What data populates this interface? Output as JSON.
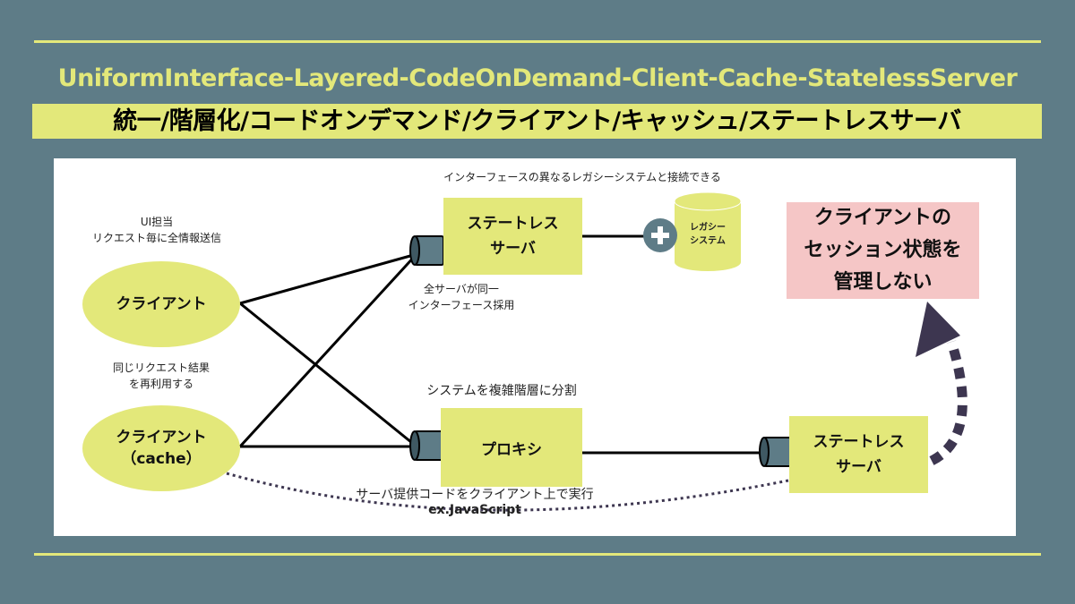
{
  "title_en": "UniformInterface-Layered-CodeOnDemand-Client-Cache-StatelessServer",
  "title_jp": "統一/階層化/コードオンデマンド/クライアント/キャッシュ/ステートレスサーバ",
  "diagram": {
    "top_caption": "インターフェースの異なるレガシーシステムと接続できる",
    "client1": {
      "note_line1": "UI担当",
      "note_line2": "リクエスト毎に全情報送信",
      "label": "クライアント"
    },
    "client2": {
      "note_line1": "同じリクエスト結果",
      "note_line2": "を再利用する",
      "label_line1": "クライアント",
      "label_line2": "（cache）"
    },
    "server_top": {
      "line1": "ステートレス",
      "line2": "サーバ"
    },
    "interface_note_line1": "全サーバが同一",
    "interface_note_line2": "インターフェース採用",
    "legacy": {
      "line1": "レガシー",
      "line2": "システム"
    },
    "layer_caption": "システムを複雑階層に分割",
    "proxy": {
      "label": "プロキシ"
    },
    "server_bottom": {
      "line1": "ステートレス",
      "line2": "サーバ"
    },
    "code_on_demand_line1": "サーバ提供コードをクライアント上で実行",
    "code_on_demand_line2": "ex.JavaScript",
    "session_note_line1": "クライアントの",
    "session_note_line2": "セッション状態を",
    "session_note_line3": "管理しない"
  },
  "colors": {
    "background": "#5e7c87",
    "accent_yellow": "#e3e87a",
    "note_pink": "#f5c6c6",
    "arrow_purple": "#3d3650",
    "connector": "#5e7c87"
  },
  "icons": {
    "plus": "plus-icon",
    "cylinder": "database-icon"
  }
}
